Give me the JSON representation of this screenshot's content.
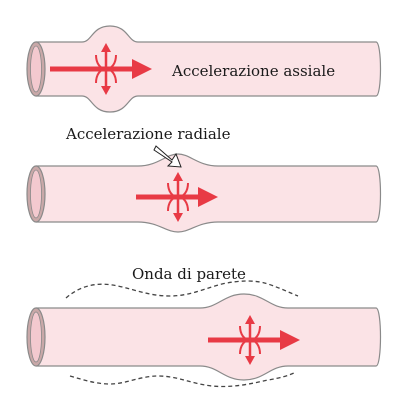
{
  "colors": {
    "tube_fill": "#fbe3e6",
    "tube_stroke": "#8a8a8a",
    "ring_outer": "#c9a8a8",
    "ring_inner": "#f3c9cf",
    "arrow": "#e83a45",
    "text": "#1a1a1a",
    "dash": "#444444"
  },
  "labels": {
    "axial": "Accelerazione assiale",
    "radial": "Accelerazione radiale",
    "wall_wave": "Onda di parete"
  }
}
